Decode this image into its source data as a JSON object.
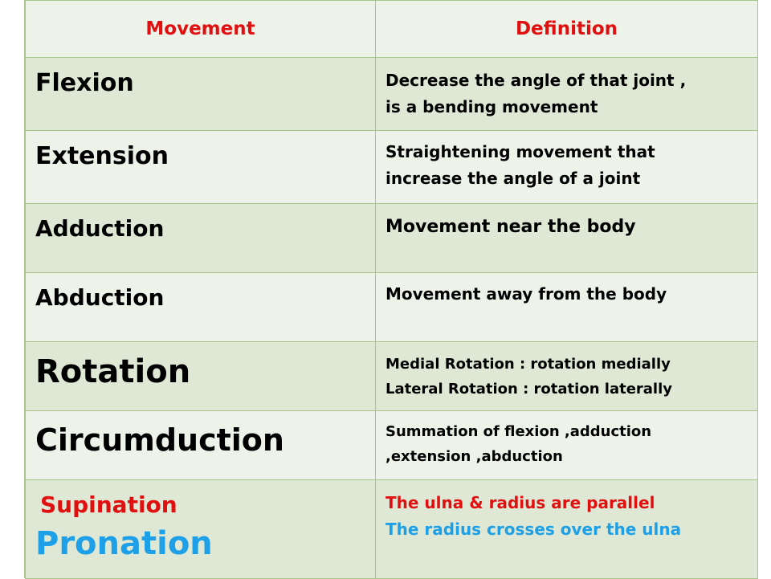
{
  "header": {
    "movement": "Movement",
    "definition": "Definition"
  },
  "rows": [
    {
      "term": "Flexion",
      "definition_lines": [
        "Decrease the angle of that joint ,",
        "is a bending movement"
      ]
    },
    {
      "term": "Extension",
      "definition_lines": [
        "Straightening movement  that",
        "increase the angle of a joint"
      ]
    },
    {
      "term": "Adduction",
      "definition_lines": [
        "Movement near the body"
      ]
    },
    {
      "term": "Abduction",
      "definition_lines": [
        "Movement away  from the body"
      ]
    },
    {
      "term": "Rotation",
      "definition_lines": [
        "Medial Rotation : rotation medially",
        "Lateral Rotation : rotation laterally"
      ]
    },
    {
      "term": "Circumduction",
      "definition_lines": [
        "Summation of flexion ,adduction",
        ",extension ,abduction"
      ]
    },
    {
      "terms": [
        "Supination",
        "Pronation"
      ],
      "definition_lines": [
        "The ulna & radius are parallel",
        "The radius crosses over the ulna"
      ]
    }
  ],
  "colors": {
    "header_text": "#e01010",
    "supination": "#e01010",
    "pronation": "#1ea0e8",
    "row_shade": "#dfe8d4",
    "row_plain": "#eef3ea",
    "border": "#a8c48a"
  }
}
